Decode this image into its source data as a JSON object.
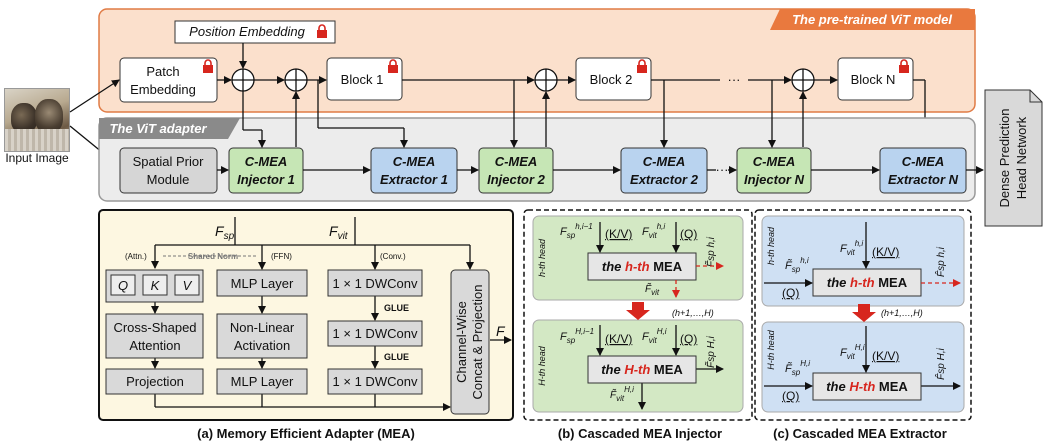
{
  "input": {
    "label": "Input Image"
  },
  "vit": {
    "title": "The pre-trained ViT model",
    "position_embedding": "Position Embedding",
    "patch_embedding": [
      "Patch",
      "Embedding"
    ],
    "blocks": [
      "Block 1",
      "Block 2",
      "Block N"
    ]
  },
  "adapter": {
    "title": "The ViT adapter",
    "spatial_prior": [
      "Spatial Prior",
      "Module"
    ],
    "modules": [
      {
        "line1": "C-MEA",
        "line2": "Injector 1",
        "kind": "injector"
      },
      {
        "line1": "C-MEA",
        "line2": "Extractor 1",
        "kind": "extractor"
      },
      {
        "line1": "C-MEA",
        "line2": "Injector 2",
        "kind": "injector"
      },
      {
        "line1": "C-MEA",
        "line2": "Extractor 2",
        "kind": "extractor"
      },
      {
        "line1": "C-MEA",
        "line2": "Injector N",
        "kind": "injector"
      },
      {
        "line1": "C-MEA",
        "line2": "Extractor N",
        "kind": "extractor"
      }
    ]
  },
  "head": {
    "label": [
      "Dense Prediction",
      "Head Network"
    ]
  },
  "mea": {
    "caption": "(a) Memory Efficient Adapter (MEA)",
    "f_sp": "F",
    "f_sp_sub": "sp",
    "f_vit": "F",
    "f_vit_sub": "vit",
    "f_out": "F",
    "attn_tag": "(Attn.)",
    "shared_norm": "Shared Norm",
    "ffn_tag": "(FFN)",
    "conv_tag": "(Conv.)",
    "q": "Q",
    "k": "K",
    "v": "V",
    "cross_attention": [
      "Cross-Shaped",
      "Attention"
    ],
    "projection": "Projection",
    "mlp1": "MLP Layer",
    "nonlinear": [
      "Non-Linear",
      "Activation"
    ],
    "mlp2": "MLP Layer",
    "dwconv": "1 × 1 DWConv",
    "glue": "GLUE",
    "concat": [
      "Channel-Wise",
      "Concat & Projection"
    ]
  },
  "injector": {
    "caption": "(b) Cascaded MEA Injector",
    "h_head": "h-th head",
    "H_head": "H-th head",
    "kv": "(K/V)",
    "q": "(Q)",
    "mea_pre": "the ",
    "mea_h": "h-th",
    "mea_H": "H-th",
    "mea_post": " MEA",
    "range": "(h+1,…,H)"
  },
  "extractor": {
    "caption": "(c) Cascaded MEA Extractor",
    "h_head": "h-th head",
    "H_head": "H-th head",
    "kv": "(K/V)",
    "q": "(Q)",
    "mea_pre": "the ",
    "mea_h": "h-th",
    "mea_H": "H-th",
    "mea_post": " MEA",
    "range": "(h+1,…,H)"
  },
  "colors": {
    "vit_bg": "#fbe0cc",
    "vit_border": "#e07b45",
    "vit_tag": "#e9793e",
    "adapter_bg": "#ececec",
    "adapter_tag": "#8a8a8a",
    "injector": "#c6e6b5",
    "extractor": "#b9d3ef",
    "mea_bg": "#fdf7e1",
    "inj_panel": "#d3e8c4",
    "ext_panel": "#cfe0f3",
    "red": "#d7261e",
    "lock": "#d7261e"
  }
}
